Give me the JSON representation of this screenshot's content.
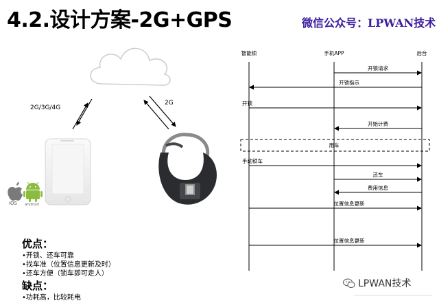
{
  "slide": {
    "title": "4.2.设计方案-2G+GPS",
    "brand": "微信公众号：LPWAN技术",
    "watermark": "LPWAN技术"
  },
  "network": {
    "link_phone": "2G/3G/4G",
    "link_lock": "2G",
    "os_ios": "iOS",
    "os_android": "android"
  },
  "sequence": {
    "participants": [
      "智能锁",
      "手机APP",
      "后台"
    ],
    "messages": [
      {
        "label": "开锁请求",
        "from": 1,
        "to": 2
      },
      {
        "label": "开锁指示",
        "from": 2,
        "to": 0
      },
      {
        "label": "开锁",
        "from": 0,
        "to": 2
      },
      {
        "label": "开始计费",
        "from": 2,
        "to": 1
      },
      {
        "label": "用车",
        "from": 0,
        "to": 2,
        "box": true
      },
      {
        "label": "手动锁车",
        "from": 0,
        "to": 2
      },
      {
        "label": "还车",
        "from": 1,
        "to": 2
      },
      {
        "label": "费用信息",
        "from": 2,
        "to": 1
      },
      {
        "label": "位置信息更新",
        "from": 0,
        "to": 2
      },
      {
        "label": "位置信息更新",
        "from": 0,
        "to": 2
      }
    ]
  },
  "pros": {
    "title": "优点：",
    "items": [
      "•开锁、还车可靠",
      "•找车准（位置信息更新及时）",
      "•还车方便（锁车即可走人）"
    ]
  },
  "cons": {
    "title": "缺点：",
    "items": [
      "•功耗高，比较耗电"
    ]
  }
}
